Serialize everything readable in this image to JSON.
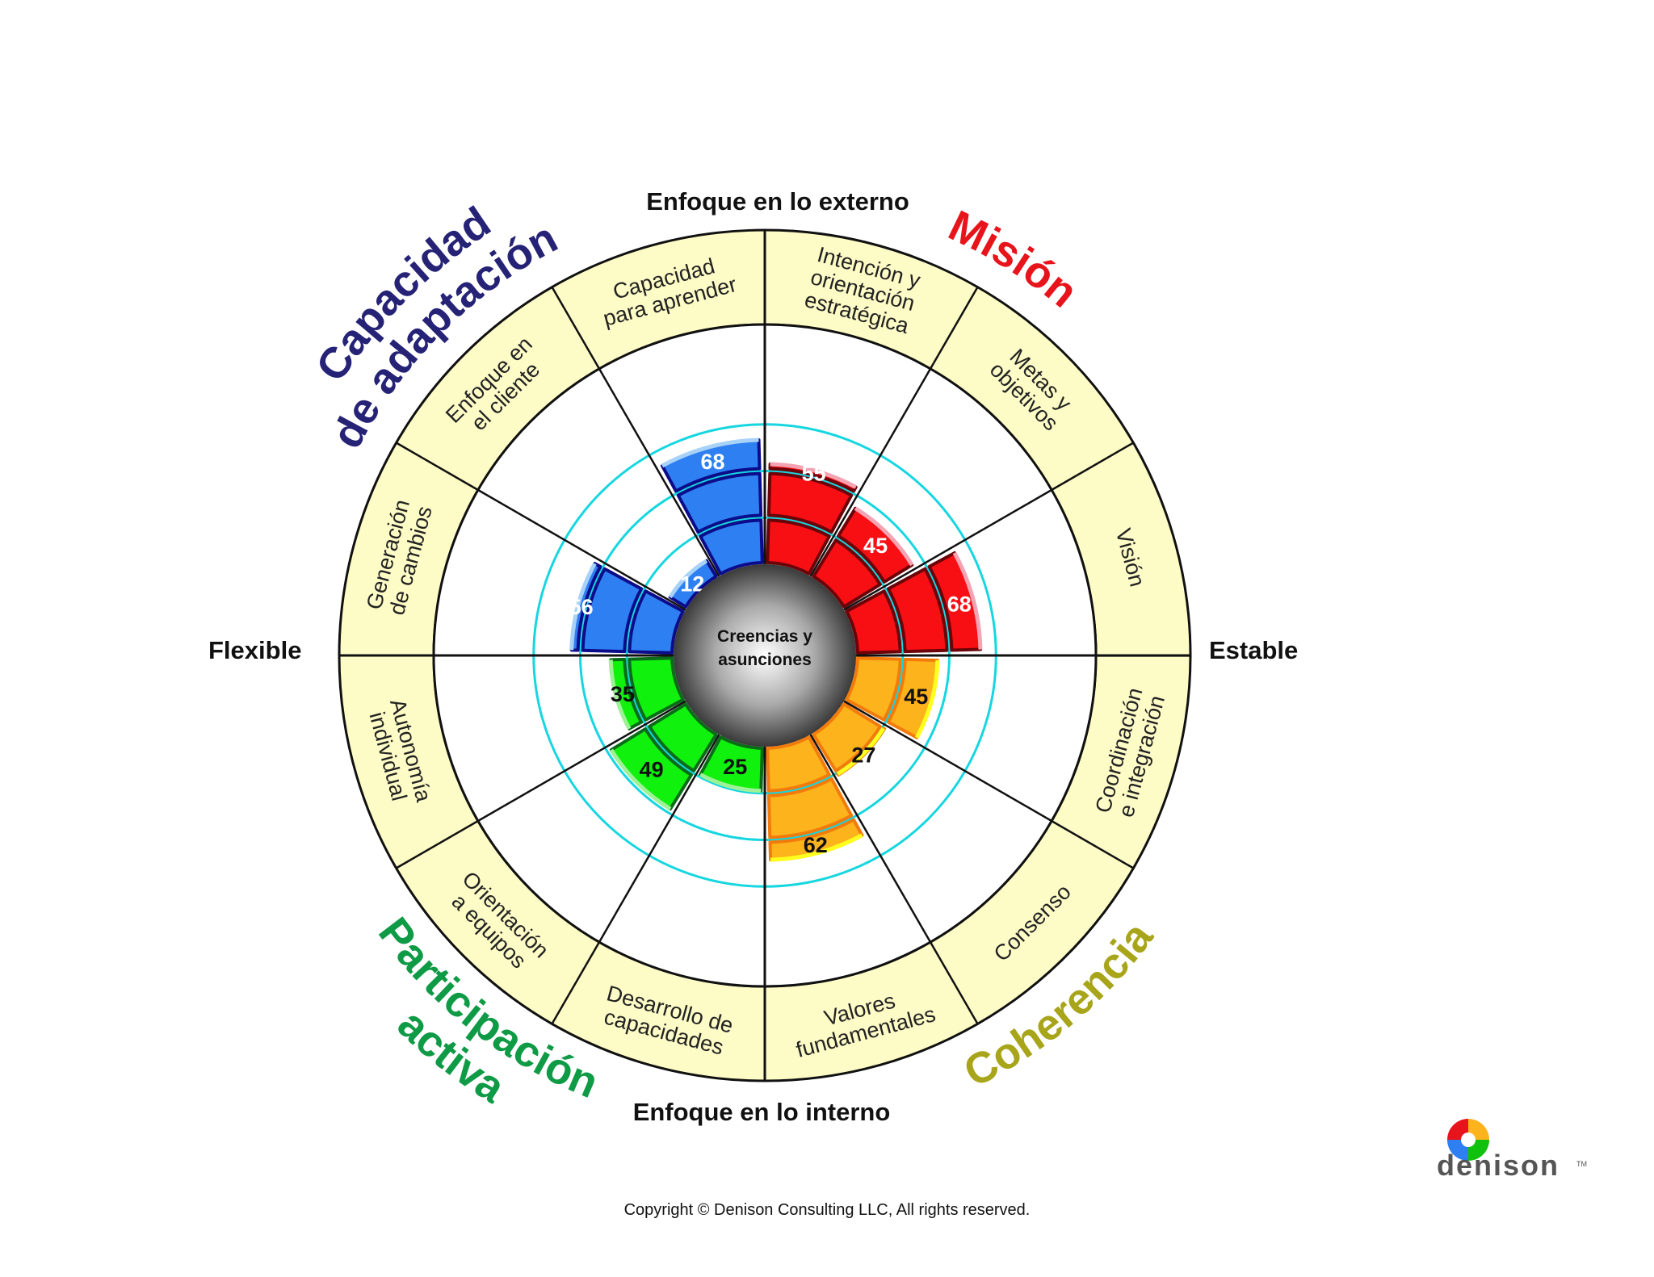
{
  "axes": {
    "top": "Enfoque en lo externo",
    "bottom": "Enfoque en lo interno",
    "left": "Flexible",
    "right": "Estable"
  },
  "center": {
    "line1": "Creencias y",
    "line2": "asunciones"
  },
  "traits": [
    {
      "name_lines": [
        "Capacidad",
        "de adaptación"
      ],
      "color": "#262376"
    },
    {
      "name_lines": [
        "Misión"
      ],
      "color": "#e8141b"
    },
    {
      "name_lines": [
        "Coherencia"
      ],
      "color": "#a8a51a"
    },
    {
      "name_lines": [
        "Participación",
        "activa"
      ],
      "color": "#0f9a46"
    }
  ],
  "copyright": "Copyright © Denison Consulting LLC, All rights reserved.",
  "brand": {
    "name": "denison",
    "tm": "TM"
  },
  "chart_data": {
    "type": "radial",
    "ring_levels": [
      25,
      50,
      75
    ],
    "segments": [
      {
        "id": "adapt-generacion",
        "label_lines": [
          "Generación",
          "de cambios"
        ],
        "value": 56,
        "trait": "adapt"
      },
      {
        "id": "adapt-cliente",
        "label_lines": [
          "Enfoque en",
          "el cliente"
        ],
        "value": 12,
        "trait": "adapt"
      },
      {
        "id": "adapt-aprender",
        "label_lines": [
          "Capacidad",
          "para aprender"
        ],
        "value": 68,
        "trait": "adapt"
      },
      {
        "id": "mision-intencion",
        "label_lines": [
          "Intención y",
          "orientación",
          "estratégica"
        ],
        "value": 55,
        "trait": "mision"
      },
      {
        "id": "mision-metas",
        "label_lines": [
          "Metas y",
          "objetivos"
        ],
        "value": 45,
        "trait": "mision"
      },
      {
        "id": "mision-vision",
        "label_lines": [
          "Visión"
        ],
        "value": 68,
        "trait": "mision"
      },
      {
        "id": "coh-coordinacion",
        "label_lines": [
          "Coordinación",
          "e integración"
        ],
        "value": 45,
        "trait": "coh"
      },
      {
        "id": "coh-consenso",
        "label_lines": [
          "Consenso"
        ],
        "value": 27,
        "trait": "coh"
      },
      {
        "id": "coh-valores",
        "label_lines": [
          "Valores",
          "fundamentales"
        ],
        "value": 62,
        "trait": "coh"
      },
      {
        "id": "part-capacidades",
        "label_lines": [
          "Desarrollo de",
          "capacidades"
        ],
        "value": 25,
        "trait": "part"
      },
      {
        "id": "part-equipos",
        "label_lines": [
          "Orientación",
          "a equipos"
        ],
        "value": 49,
        "trait": "part"
      },
      {
        "id": "part-autonomia",
        "label_lines": [
          "Autonomía",
          "individual"
        ],
        "value": 35,
        "trait": "part"
      }
    ],
    "trait_colors": {
      "adapt": {
        "fill": "#2d7ff2",
        "edge": "#a8d2f7",
        "dark": "#0c0b8a"
      },
      "mision": {
        "fill": "#f70f14",
        "edge": "#f4a3b2",
        "dark": "#6b0409"
      },
      "coh": {
        "fill": "#fdb31c",
        "edge": "#ffff1e",
        "dark": "#f27b0b"
      },
      "part": {
        "fill": "#10f10d",
        "edge": "#9ef197",
        "dark": "#0a6b18"
      }
    },
    "value_label_color": {
      "adapt": "#ffffff",
      "mision": "#ffffff",
      "coh": "#111111",
      "part": "#111111"
    }
  }
}
